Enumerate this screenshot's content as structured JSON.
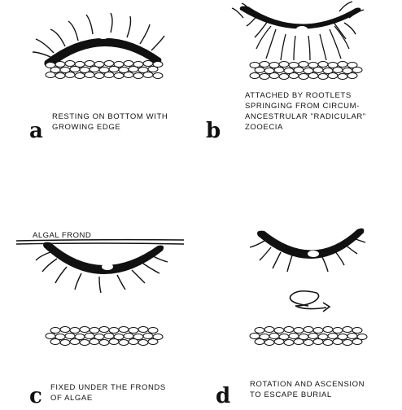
{
  "panels": [
    {
      "letter": "a",
      "caption": "RESTING ON BOTTOM WITH\nGROWING EDGE"
    },
    {
      "letter": "b",
      "caption": "ATTACHED BY ROOTLETS\nSPRINGING FROM CIRCUM-\nANCESTRULAR \"RADICULAR\"\nZOOECIA"
    },
    {
      "letter": "c",
      "caption": "FIXED UNDER THE FRONDS\nOF ALGAE",
      "label": "ALGAL FROND"
    },
    {
      "letter": "d",
      "caption": "ROTATION AND ASCENSION\nTO ESCAPE BURIAL"
    }
  ]
}
